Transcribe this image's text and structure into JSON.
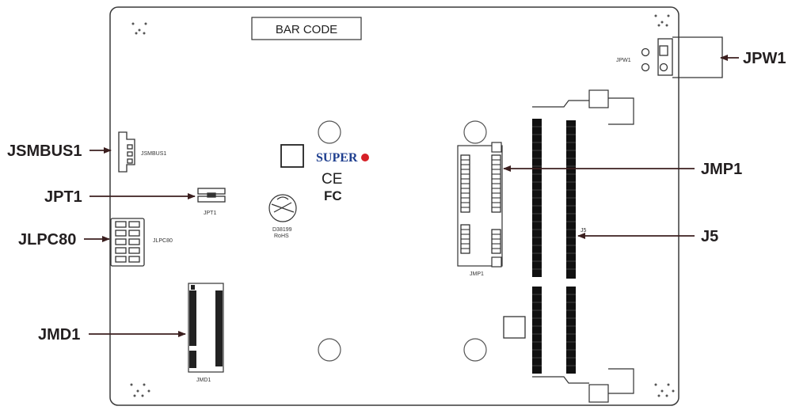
{
  "board": {
    "barcode_label": "BAR CODE",
    "brand": "SUPER",
    "ce_mark": "CE",
    "fcc_mark": "FC",
    "rohs_code": "D38199",
    "rohs_text": "RoHS"
  },
  "callouts": {
    "jpw1": "JPW1",
    "jsmbus1": "JSMBUS1",
    "jpt1": "JPT1",
    "jlpc80": "JLPC80",
    "jmd1": "JMD1",
    "jmp1": "JMP1",
    "j5": "J5"
  },
  "silkscreen": {
    "jpw1": "JPW1",
    "jsmbus1": "JSMBUS1",
    "jpt1": "JPT1",
    "jlpc80": "JLPC80",
    "jmd1": "JMD1",
    "jmp1": "JMP1",
    "j5": "J5"
  },
  "colors": {
    "outline": "#3a3a3a",
    "callout_text": "#231f20",
    "arrow": "#3b1f1f",
    "brand_red": "#d62027",
    "brand_blue": "#1f3f8f"
  }
}
